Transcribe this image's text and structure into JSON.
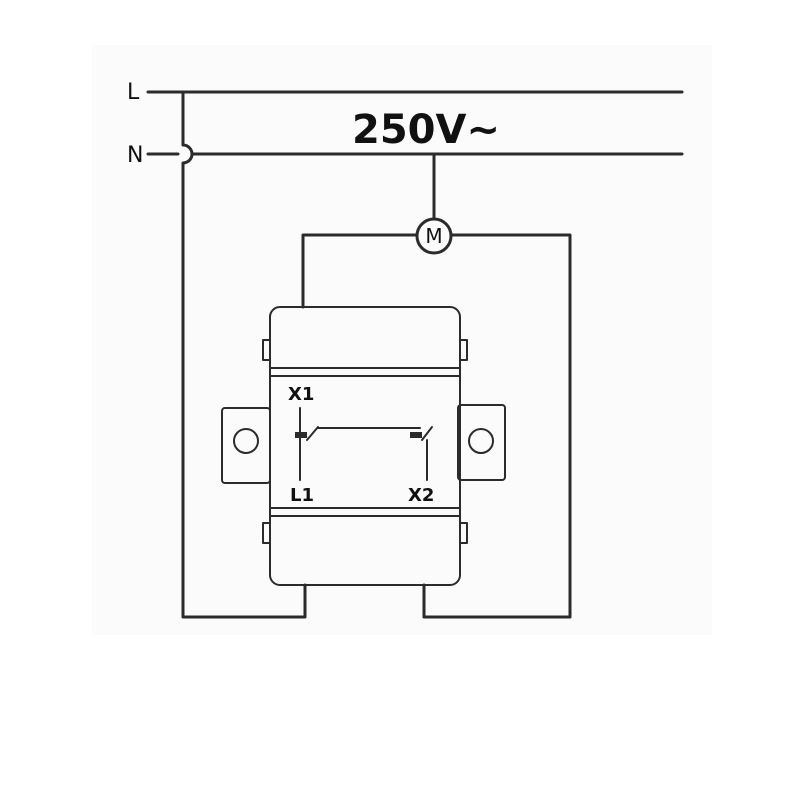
{
  "lines": {
    "live_label": "L",
    "neutral_label": "N"
  },
  "supply": {
    "voltage_label": "250V~"
  },
  "motor": {
    "label": "M"
  },
  "terminals": {
    "x1": "X1",
    "l1": "L1",
    "x2": "X2"
  },
  "colors": {
    "line": "#2b2b2b",
    "background": "#ffffff"
  }
}
